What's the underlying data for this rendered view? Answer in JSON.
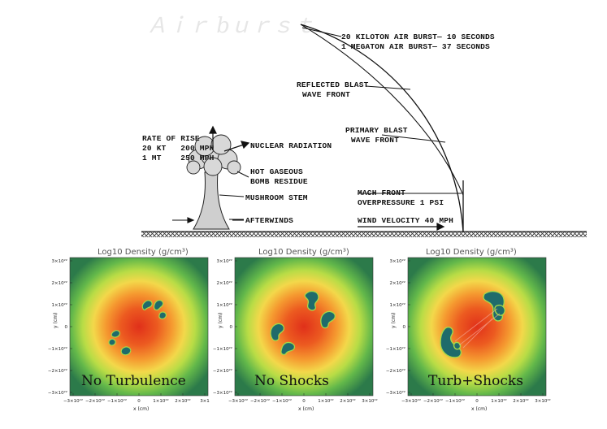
{
  "diagram": {
    "labels": {
      "airburst_1": "20 KILOTON AIR BURST— 10 SECONDS",
      "airburst_2": "1 MEGATON AIR BURST— 37 SECONDS",
      "reflected_1": "REFLECTED BLAST",
      "reflected_2": "WAVE FRONT",
      "primary_1": "PRIMARY BLAST",
      "primary_2": "WAVE FRONT",
      "rate_1": "RATE OF RISE",
      "rate_2": "20 KT   200 MPH",
      "rate_3": "1 MT    250 MPH",
      "nuclear_radiation": "NUCLEAR RADIATION",
      "hot_1": "HOT GASEOUS",
      "hot_2": "BOMB RESIDUE",
      "stem": "MUSHROOM STEM",
      "afterwinds": "AFTERWINDS",
      "mach_1": "MACH FRONT",
      "mach_2": "OVERPRESSURE 1 PSI",
      "wind": "WIND VELOCITY 40 MPH"
    }
  },
  "panels": [
    {
      "title": "Log10 Density (g/cm³)",
      "caption": "No Turbulence",
      "yticks": [
        "3×10²²",
        "2×10²²",
        "1×10²²",
        "0",
        "−1×10²²",
        "−2×10²²",
        "−3×10²²"
      ],
      "xticks": [
        "−3×10²²",
        "−2×10²²",
        "−1×10²²",
        "0",
        "1×10²²",
        "2×10²²",
        "3×1"
      ],
      "xlabel": "x (cm)",
      "ylabel": "y (cm)"
    },
    {
      "title": "Log10 Density (g/cm³)",
      "caption": "No Shocks",
      "yticks": [
        "3×10²²",
        "2×10²²",
        "1×10²²",
        "0",
        "−1×10²²",
        "−2×10²²",
        "−3×10²²"
      ],
      "xticks": [
        "−3×10²²",
        "−2×10²²",
        "−1×10²²",
        "0",
        "1×10²²",
        "2×10²²",
        "3×10²²"
      ],
      "xlabel": "x (cm)",
      "ylabel": "y (cm)"
    },
    {
      "title": "Log10 Density (g/cm³)",
      "caption": "Turb+Shocks",
      "yticks": [
        "3×10²²",
        "2×10²²",
        "1×10²²",
        "0",
        "−1×10²²",
        "−2×10²²",
        "−3×10²²"
      ],
      "xticks": [
        "−3×10²²",
        "−2×10²²",
        "−1×10²²",
        "0",
        "1×10²²",
        "2×10²²",
        "3×10²²"
      ],
      "xlabel": "x (cm)",
      "ylabel": "y (cm)"
    }
  ],
  "colors": {
    "core": "#e8401c",
    "mid": "#f59a30",
    "outer": "#9acd32",
    "edge": "#2e7d4f",
    "blob": "#1f6b6b"
  }
}
